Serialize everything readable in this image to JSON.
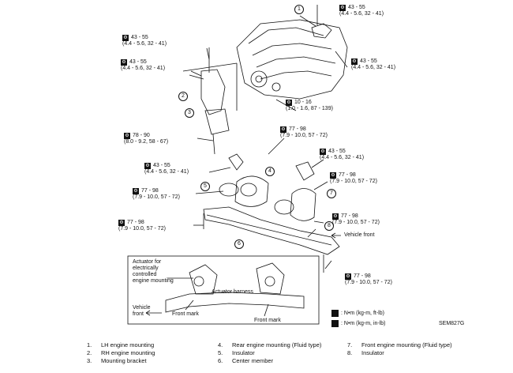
{
  "torque_labels": [
    {
      "id": "t1",
      "line1": "43 - 55",
      "line2": "(4.4 - 5.6, 32 - 41)"
    },
    {
      "id": "t2",
      "line1": "43 - 55",
      "line2": "(4.4 - 5.6, 32 - 41)"
    },
    {
      "id": "t3",
      "line1": "43 - 55",
      "line2": "(4.4 - 5.6, 32 - 41)"
    },
    {
      "id": "t4",
      "line1": "43 - 55",
      "line2": "(4.4 - 5.6, 32 - 41)"
    },
    {
      "id": "t5",
      "line1": "10 - 16",
      "line2": "(1.0 - 1.6, 87 - 139)"
    },
    {
      "id": "t6",
      "line1": "78 - 90",
      "line2": "(8.0 - 9.2, 58 - 67)"
    },
    {
      "id": "t7",
      "line1": "77 - 98",
      "line2": "(7.9 - 10.0, 57 - 72)"
    },
    {
      "id": "t8",
      "line1": "43 - 55",
      "line2": "(4.4 - 5.6, 32 - 41)"
    },
    {
      "id": "t9",
      "line1": "43 - 55",
      "line2": "(4.4 - 5.6, 32 - 41)"
    },
    {
      "id": "t10",
      "line1": "77 - 98",
      "line2": "(7.9 - 10.0, 57 - 72)"
    },
    {
      "id": "t11",
      "line1": "77 - 98",
      "line2": "(7.9 - 10.0, 57 - 72)"
    },
    {
      "id": "t12",
      "line1": "77 - 98",
      "line2": "(7.9 - 10.0, 57 - 72)"
    },
    {
      "id": "t13",
      "line1": "77 - 98",
      "line2": "(7.9 - 10.0, 57 - 72)"
    },
    {
      "id": "t14",
      "line1": "77 - 98",
      "line2": "(7.9 - 10.0, 57 - 72)"
    }
  ],
  "callouts": [
    "1",
    "2",
    "3",
    "4",
    "5",
    "6",
    "7",
    "8"
  ],
  "labels": {
    "vehicle_front_main": "Vehicle front",
    "inset_actuator": [
      "Actuator for",
      "electrically",
      "controlled",
      "engine mounting"
    ],
    "inset_harness": "Actuator harness",
    "inset_vehicle_front": [
      "Vehicle",
      "front"
    ],
    "inset_front_mark_left": "Front mark",
    "inset_front_mark_right": "Front mark",
    "legend_nm_ft": ": N•m (kg-m, ft-lb)",
    "legend_nm_in": ": N•m (kg-m, in-lb)",
    "code": "SEM827G"
  },
  "parts": [
    {
      "num": "1.",
      "name": "LH engine mounting"
    },
    {
      "num": "2.",
      "name": "RH engine mounting"
    },
    {
      "num": "3.",
      "name": "Mounting bracket"
    },
    {
      "num": "4.",
      "name": "Rear engine mounting (Fluid type)"
    },
    {
      "num": "5.",
      "name": "Insulator"
    },
    {
      "num": "6.",
      "name": "Center member"
    },
    {
      "num": "7.",
      "name": "Front engine mounting (Fluid type)"
    },
    {
      "num": "8.",
      "name": "Insulator"
    }
  ]
}
